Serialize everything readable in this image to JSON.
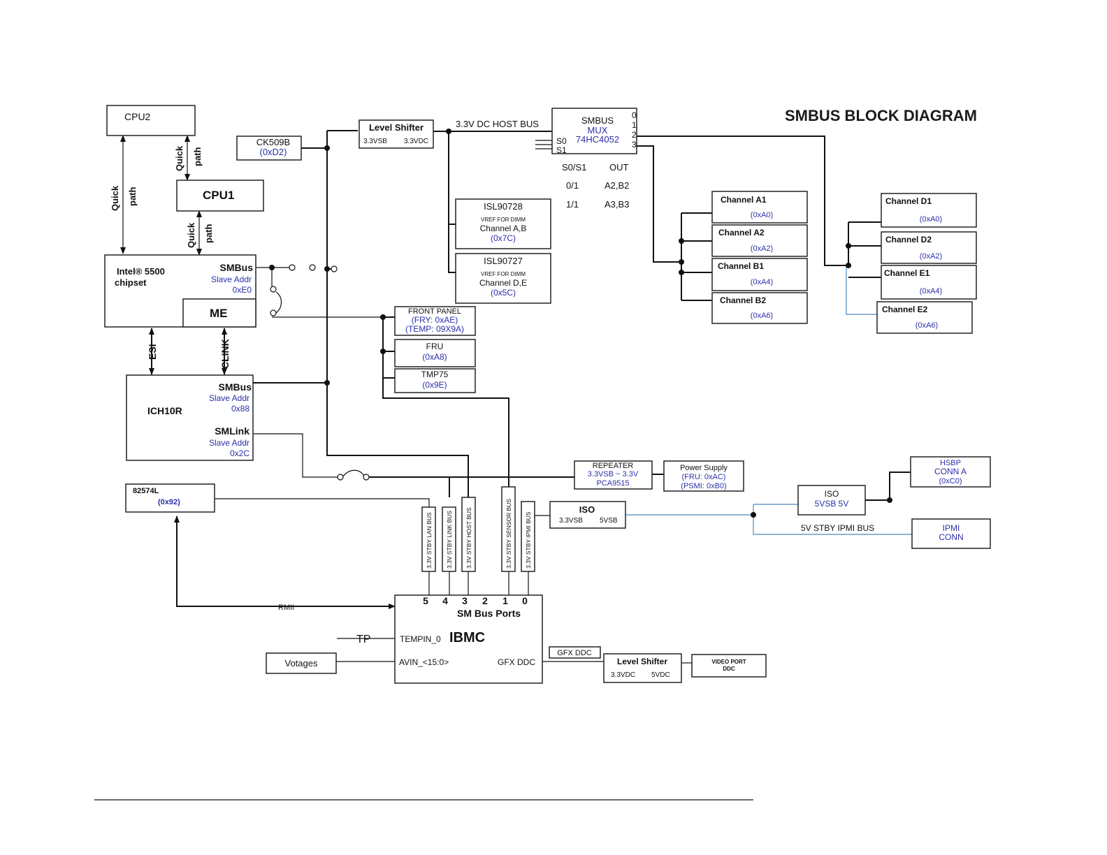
{
  "title": "SMBUS BLOCK DIAGRAM",
  "cpu2": "CPU2",
  "cpu1": "CPU1",
  "quick": "Quick",
  "path": "path",
  "chipset": {
    "line1": "Intel® 5500",
    "line2": "chipset",
    "smbus": "SMBus",
    "slave": "Slave Addr",
    "addr": "0xE0",
    "me": "ME"
  },
  "esi": "ESI",
  "clink": "CLINK",
  "ich": {
    "name": "ICH10R",
    "smbus": "SMBus",
    "slave1": "Slave Addr",
    "addr1": "0x88",
    "smlink": "SMLink",
    "slave2": "Slave Addr",
    "addr2": "0x2C"
  },
  "ck509b": {
    "name": "CK509B",
    "addr": "(0xD2)"
  },
  "level_shifter_top": {
    "name": "Level Shifter",
    "left": "3.3VSB",
    "right": "3.3VDC"
  },
  "host_bus_label": "3.3V DC HOST BUS",
  "mux": {
    "l1": "SMBUS",
    "l2": "MUX",
    "l3": "74HC4052",
    "s0": "S0",
    "s1": "S1",
    "p0": "0",
    "p1": "1",
    "p2": "2",
    "p3": "3"
  },
  "mux_table": {
    "h1": "S0/S1",
    "h2": "OUT",
    "r1a": "0/1",
    "r1b": "A2,B2",
    "r2a": "1/1",
    "r2b": "A3,B3"
  },
  "isl1": {
    "name": "ISL90728",
    "vref": "VREF FOR DIMM",
    "ch": "Channel A,B",
    "addr": "(0x7C)"
  },
  "isl2": {
    "name": "ISL90727",
    "vref": "VREF FOR DIMM",
    "ch": "Channel D,E",
    "addr": "(0x5C)"
  },
  "channels_ab": [
    {
      "name": "Channel A1",
      "addr": "(0xA0)"
    },
    {
      "name": "Channel A2",
      "addr": "(0xA2)"
    },
    {
      "name": "Channel B1",
      "addr": "(0xA4)"
    },
    {
      "name": "Channel B2",
      "addr": "(0xA6)"
    }
  ],
  "channels_de": [
    {
      "name": "Channel D1",
      "addr": "(0xA0)"
    },
    {
      "name": "Channel D2",
      "addr": "(0xA2)"
    },
    {
      "name": "Channel E1",
      "addr": "(0xA4)"
    },
    {
      "name": "Channel E2",
      "addr": "(0xA6)"
    }
  ],
  "front_panel": {
    "name": "FRONT PANEL",
    "fru": "(FRY: 0xAE)",
    "temp": "(TEMP: 09X9A)"
  },
  "fru": {
    "name": "FRU",
    "addr": "(0xA8)"
  },
  "tmp75": {
    "name": "TMP75",
    "addr": "(0x9E)"
  },
  "repeater": {
    "name": "REPEATER",
    "volt": "3.3VSB ~ 3.3V",
    "part": "PCA9515"
  },
  "power_supply": {
    "name": "Power Supply",
    "fru": "(FRU: 0xAC)",
    "psmi": "(PSMI: 0xB0)"
  },
  "nic": {
    "name": "82574L",
    "addr": "(0x92)"
  },
  "bus_labels": {
    "lan": "3.3V STBY LAN BUS",
    "link": "3.3V STBY LINK BUS",
    "host": "3.3V STBY HOST BUS",
    "sensor": "3.3V STBY SENSOR BUS",
    "ipmi": "3.3V STBY IPMI BUS"
  },
  "iso_left": {
    "name": "ISO",
    "left": "3.3VSB",
    "right": "5VSB"
  },
  "iso_right": {
    "name": "ISO",
    "volt": "5VSB  5V"
  },
  "hsbp": {
    "name": "HSBP",
    "l2": "CONN A",
    "addr": "(0xC0)"
  },
  "ipmi_bus_label": "5V STBY IPMI BUS",
  "ipmi_conn": {
    "name": "IPMI",
    "l2": "CONN"
  },
  "ibmc": {
    "ports": [
      "5",
      "4",
      "3",
      "2",
      "1",
      "0"
    ],
    "ports_label": "SM Bus Ports",
    "tempin": "TEMPIN_0",
    "name": "IBMC",
    "avin": "AVIN_<15:0>",
    "gfx": "GFX DDC"
  },
  "rmii": "RMII",
  "tp": "TP",
  "votages": "Votages",
  "gfx_ddc_label": "GFX DDC",
  "level_shifter_bottom": {
    "name": "Level Shifter",
    "left": "3.3VDC",
    "right": "5VDC"
  },
  "video_port": {
    "l1": "VIDEO PORT",
    "l2": "DDC"
  }
}
